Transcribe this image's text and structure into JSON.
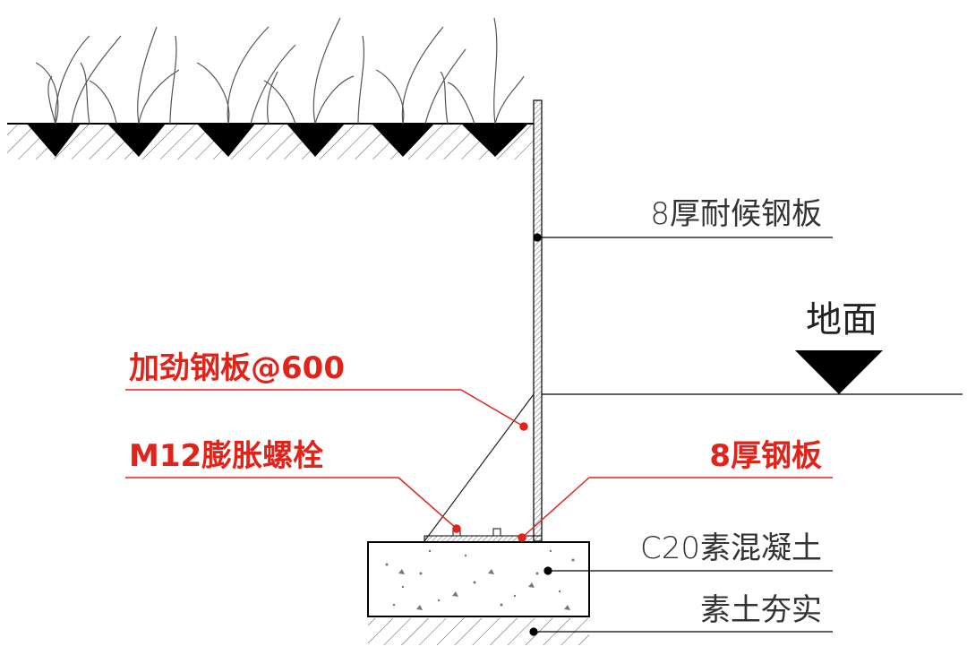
{
  "colors": {
    "callout_red": "#e2231a",
    "line": "#000000",
    "text": "#333333"
  },
  "labels": {
    "weathering_plate": "8厚耐候钢板",
    "ground": "地面",
    "stiffener": "加劲钢板@600",
    "bolt": "M12膨胀螺栓",
    "base_plate": "8厚钢板",
    "concrete": "C20素混凝土",
    "compacted_soil": "素土夯实"
  }
}
